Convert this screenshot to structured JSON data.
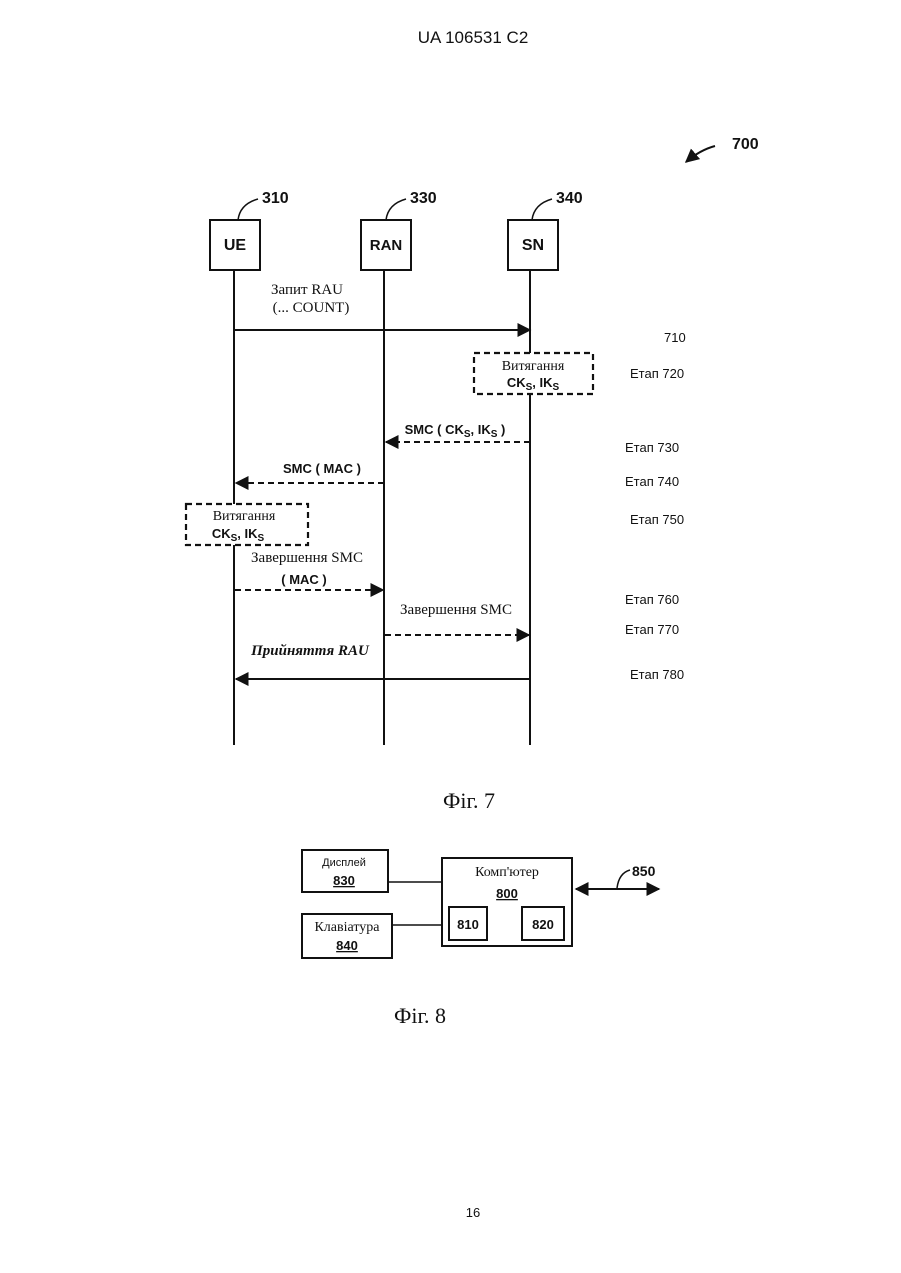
{
  "header": {
    "doc_id": "UA   106531   C2"
  },
  "page_number": "16",
  "fig7": {
    "ref_main": "700",
    "entities": [
      {
        "label": "UE",
        "ref": "310"
      },
      {
        "label": "RAN",
        "ref": "330"
      },
      {
        "label": "SN",
        "ref": "340"
      }
    ],
    "messages": {
      "rau_request_line1": "Запит RAU",
      "rau_request_line2": "(... COUNT)",
      "smc_sn": "SMC ( CK",
      "smc_sn_sub1": "S",
      "smc_sn_mid": ", IK",
      "smc_sn_sub2": "S",
      "smc_sn_end": " )",
      "smc_mac": "SMC ( MAC )",
      "smc_complete_ue_line1": "Завершення SMC",
      "smc_complete_ue_line2": "( MAC )",
      "smc_complete_ran": "Завершення SMC",
      "rau_accept": "Прийняття RAU"
    },
    "derive_sn": {
      "line1": "Витягання",
      "ck": "CK",
      "sub1": "S",
      "ik": ", IK",
      "sub2": "S"
    },
    "derive_ue": {
      "line1": "Витягання",
      "ck": "CK",
      "sub1": "S",
      "ik": ", IK",
      "sub2": "S"
    },
    "steps": [
      "710",
      "Етап 720",
      "Етап 730",
      "Етап 740",
      "Етап 750",
      "Етап 760",
      "Етап 770",
      "Етап 780"
    ],
    "caption": "Фіг. 7"
  },
  "fig8": {
    "display": {
      "label": "Дисплей",
      "ref": "830"
    },
    "keyboard": {
      "label": "Клавіатура",
      "ref": "840"
    },
    "computer": {
      "label": "Комп'ютер",
      "ref": "800"
    },
    "sub_a": "810",
    "sub_b": "820",
    "ref_link": "850",
    "caption": "Фіг. 8"
  }
}
